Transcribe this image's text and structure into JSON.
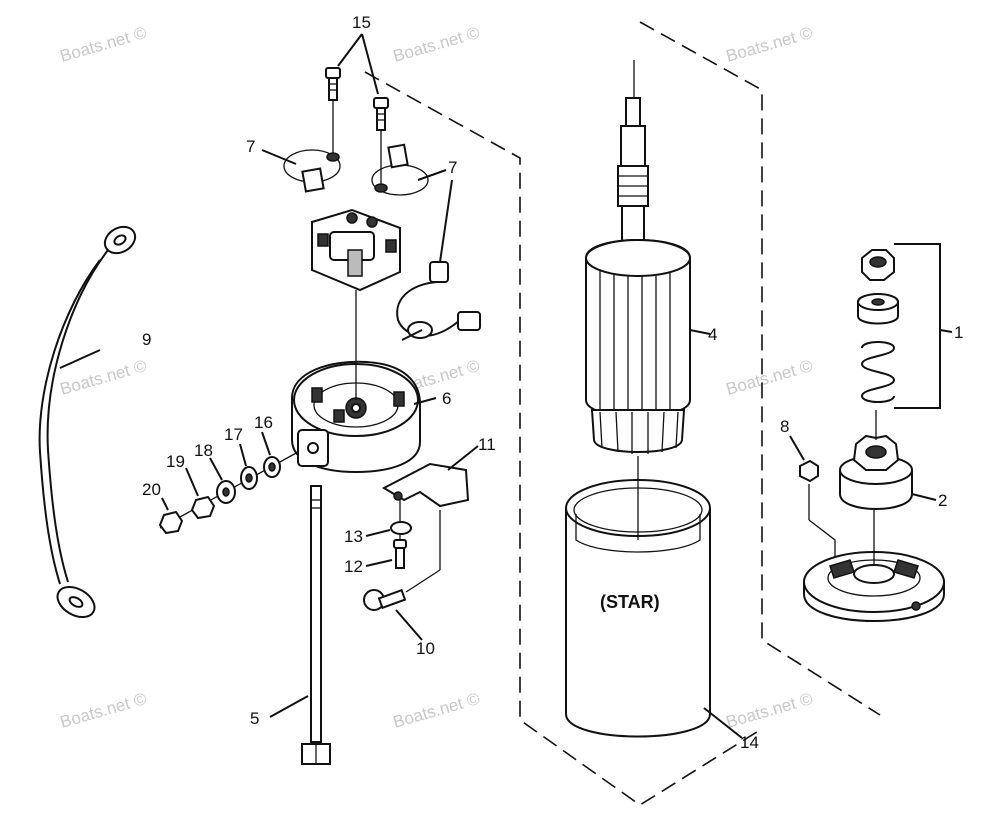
{
  "watermark": "Boats.net ©",
  "labels": {
    "p1": "1",
    "p2": "2",
    "p4": "4",
    "p5": "5",
    "p6": "6",
    "p7a": "7",
    "p7b": "7",
    "p8": "8",
    "p9": "9",
    "p10": "10",
    "p11": "11",
    "p12": "12",
    "p13": "13",
    "p14": "14",
    "p15": "15",
    "p16": "16",
    "p17": "17",
    "p18": "18",
    "p19": "19",
    "p20": "20"
  },
  "housing_text": "(STAR)"
}
